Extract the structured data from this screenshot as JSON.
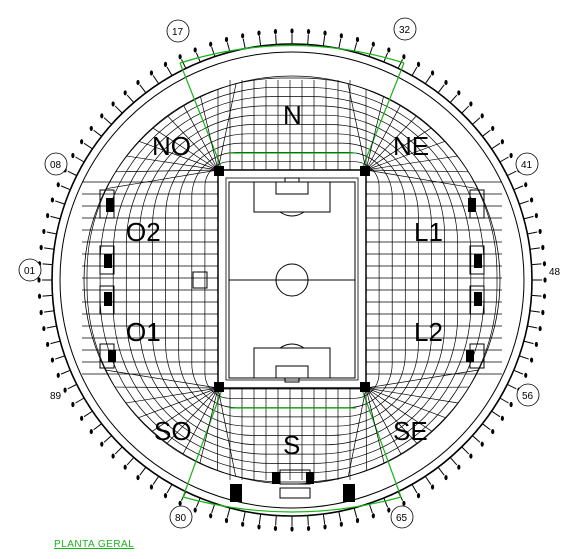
{
  "sectors": {
    "north": "N",
    "northeast": "NE",
    "northwest": "NO",
    "south": "S",
    "southeast": "SE",
    "southwest": "SO",
    "east1": "L1",
    "east2": "L2",
    "west1": "O1",
    "west2": "O2"
  },
  "axis_labels": {
    "a17": "17",
    "a32": "32",
    "a08": "08",
    "a41": "41",
    "a01": "01",
    "a48": "48",
    "a89": "89",
    "a56": "56",
    "a80": "80",
    "a65": "65"
  },
  "caption": "PLANTA GERAL",
  "colors": {
    "lines": "#000000",
    "accent_green": "#19b419",
    "background": "#ffffff"
  }
}
